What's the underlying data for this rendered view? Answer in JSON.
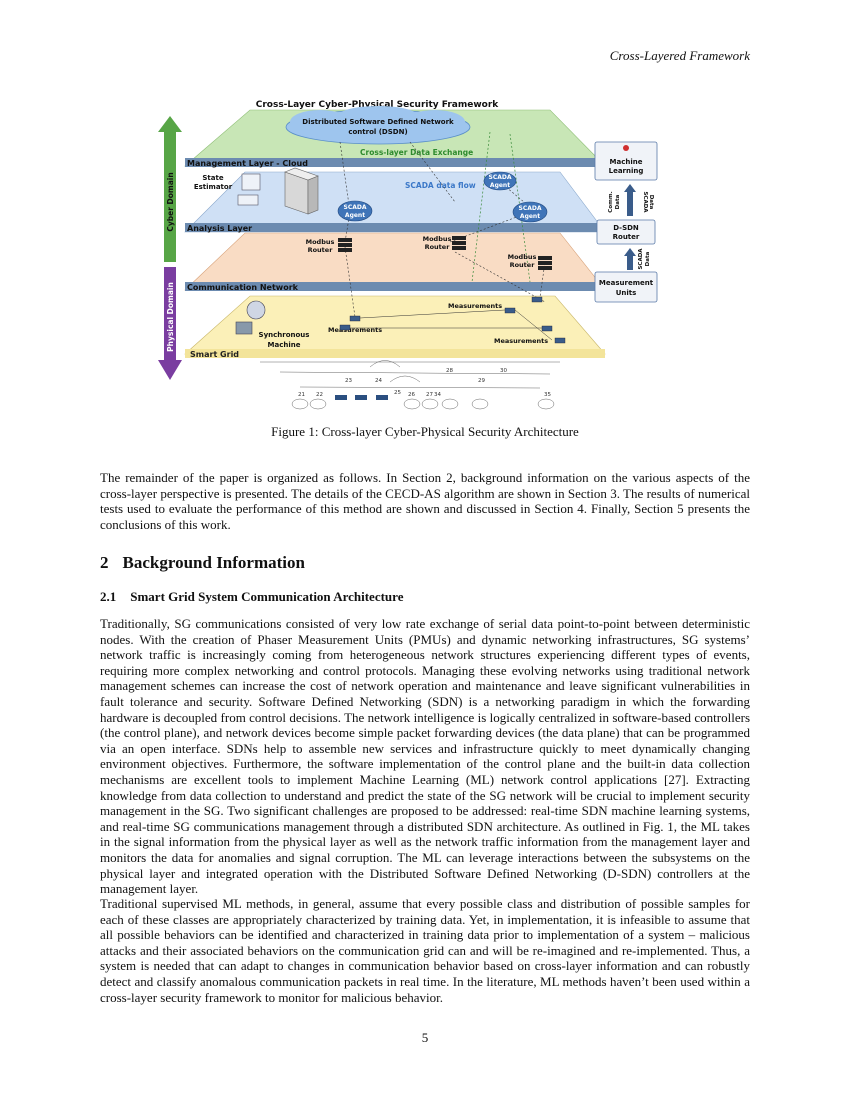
{
  "header": {
    "running_title": "Cross-Layered Framework"
  },
  "figure": {
    "title": "Cross-Layer Cyber-Physical Security Framework",
    "cloud_label_line1": "Distributed Software Defined Network",
    "cloud_label_line2": "control (DSDN)",
    "cross_layer_exchange": "Cross-layer Data  Exchange",
    "scada_flow": "SCADA data flow",
    "layers": {
      "management": "Management Layer - Cloud",
      "analysis": "Analysis Layer",
      "communication": "Communication Network",
      "smart_grid": "Smart Grid"
    },
    "domains": {
      "cyber": "Cyber Domain",
      "physical": "Physical Domain"
    },
    "state_estimator_line1": "State",
    "state_estimator_line2": "Estimator",
    "scada_agent_line1": "SCADA",
    "scada_agent_line2": "Agent",
    "modbus_line1": "Modbus",
    "modbus_line2": "Router",
    "measurements": "Measurements",
    "sync_machine_line1": "Synchronous",
    "sync_machine_line2": "Machine",
    "side_boxes": {
      "ml_line1": "Machine",
      "ml_line2": "Learning",
      "dsdn_line1": "D-SDN",
      "dsdn_line2": "Router",
      "mu_line1": "Measurement",
      "mu_line2": "Units"
    },
    "side_arrows": {
      "comm_line1": "Comm.",
      "comm_line2": "Data",
      "scada_line1": "SCADA",
      "scada_line2": "Data"
    },
    "bus_numbers": [
      "21",
      "22",
      "23",
      "24",
      "25",
      "26",
      "27",
      "28",
      "29",
      "30",
      "34",
      "35"
    ],
    "caption": "Figure 1: Cross-layer Cyber-Physical Security Architecture"
  },
  "body": {
    "intro_paragraph": "The remainder of the paper is organized as follows. In Section 2, background information on the various aspects of the cross-layer perspective is presented. The details of the CECD-AS algorithm are shown in Section 3. The results of numerical tests used to evaluate the performance of this method are shown and discussed in Section 4. Finally, Section 5 presents the conclusions of this work.",
    "section": {
      "number": "2",
      "title": "Background Information"
    },
    "subsection": {
      "number": "2.1",
      "title": "Smart Grid System Communication Architecture"
    },
    "paragraph_1": "Traditionally, SG communications consisted of very low rate exchange of serial data point-to-point between deterministic nodes. With the creation of Phaser Measurement Units (PMUs) and dynamic networking infrastructures, SG systems’ network traffic is increasingly coming from heterogeneous network structures experiencing different types of events, requiring more complex networking and control protocols. Managing these evolving networks using traditional network management schemes can increase the cost of network operation and maintenance and leave significant vulnerabilities in fault tolerance and security. Software Defined Networking (SDN) is a networking paradigm in which the forwarding hardware is decoupled from control decisions. The network intelligence is logically centralized in software-based controllers (the control plane), and network devices become simple packet forwarding devices (the data plane) that can be programmed via an open interface. SDNs help to assemble new services and infrastructure quickly to meet dynamically changing environment objectives. Furthermore, the software implementation of the control plane and the built-in data collection mechanisms are excellent tools to implement Machine Learning (ML) network control applications [27]. Extracting knowledge from data collection to understand and predict the state of the SG network will be crucial to implement security management in the SG. Two significant challenges are proposed to be addressed: real-time SDN machine learning systems, and real-time SG communications management through a distributed SDN architecture. As outlined in Fig. 1, the ML takes in the signal information from the physical layer as well as the network traffic information from the management layer and monitors the data for anomalies and signal corruption. The ML can leverage interactions between the subsystems on the physical layer and integrated operation with the Distributed Software Defined Networking (D-SDN) controllers at the management layer.",
    "paragraph_2": "Traditional supervised ML methods, in general, assume that every possible class and distribution of possible samples for each of these classes are appropriately characterized by training data. Yet, in implementation, it is infeasible to assume that all possible behaviors can be identified and characterized in training data prior to implementation of a system – malicious attacks and their associated behaviors on the communication grid can and will be re-imagined and re-implemented. Thus, a system is needed that can adapt to changes in communication behavior based on cross-layer information and can robustly detect and classify anomalous communication packets in real time. In the literature, ML methods haven’t been used within a cross-layer security framework to monitor for malicious behavior."
  },
  "footer": {
    "page_number": "5"
  }
}
